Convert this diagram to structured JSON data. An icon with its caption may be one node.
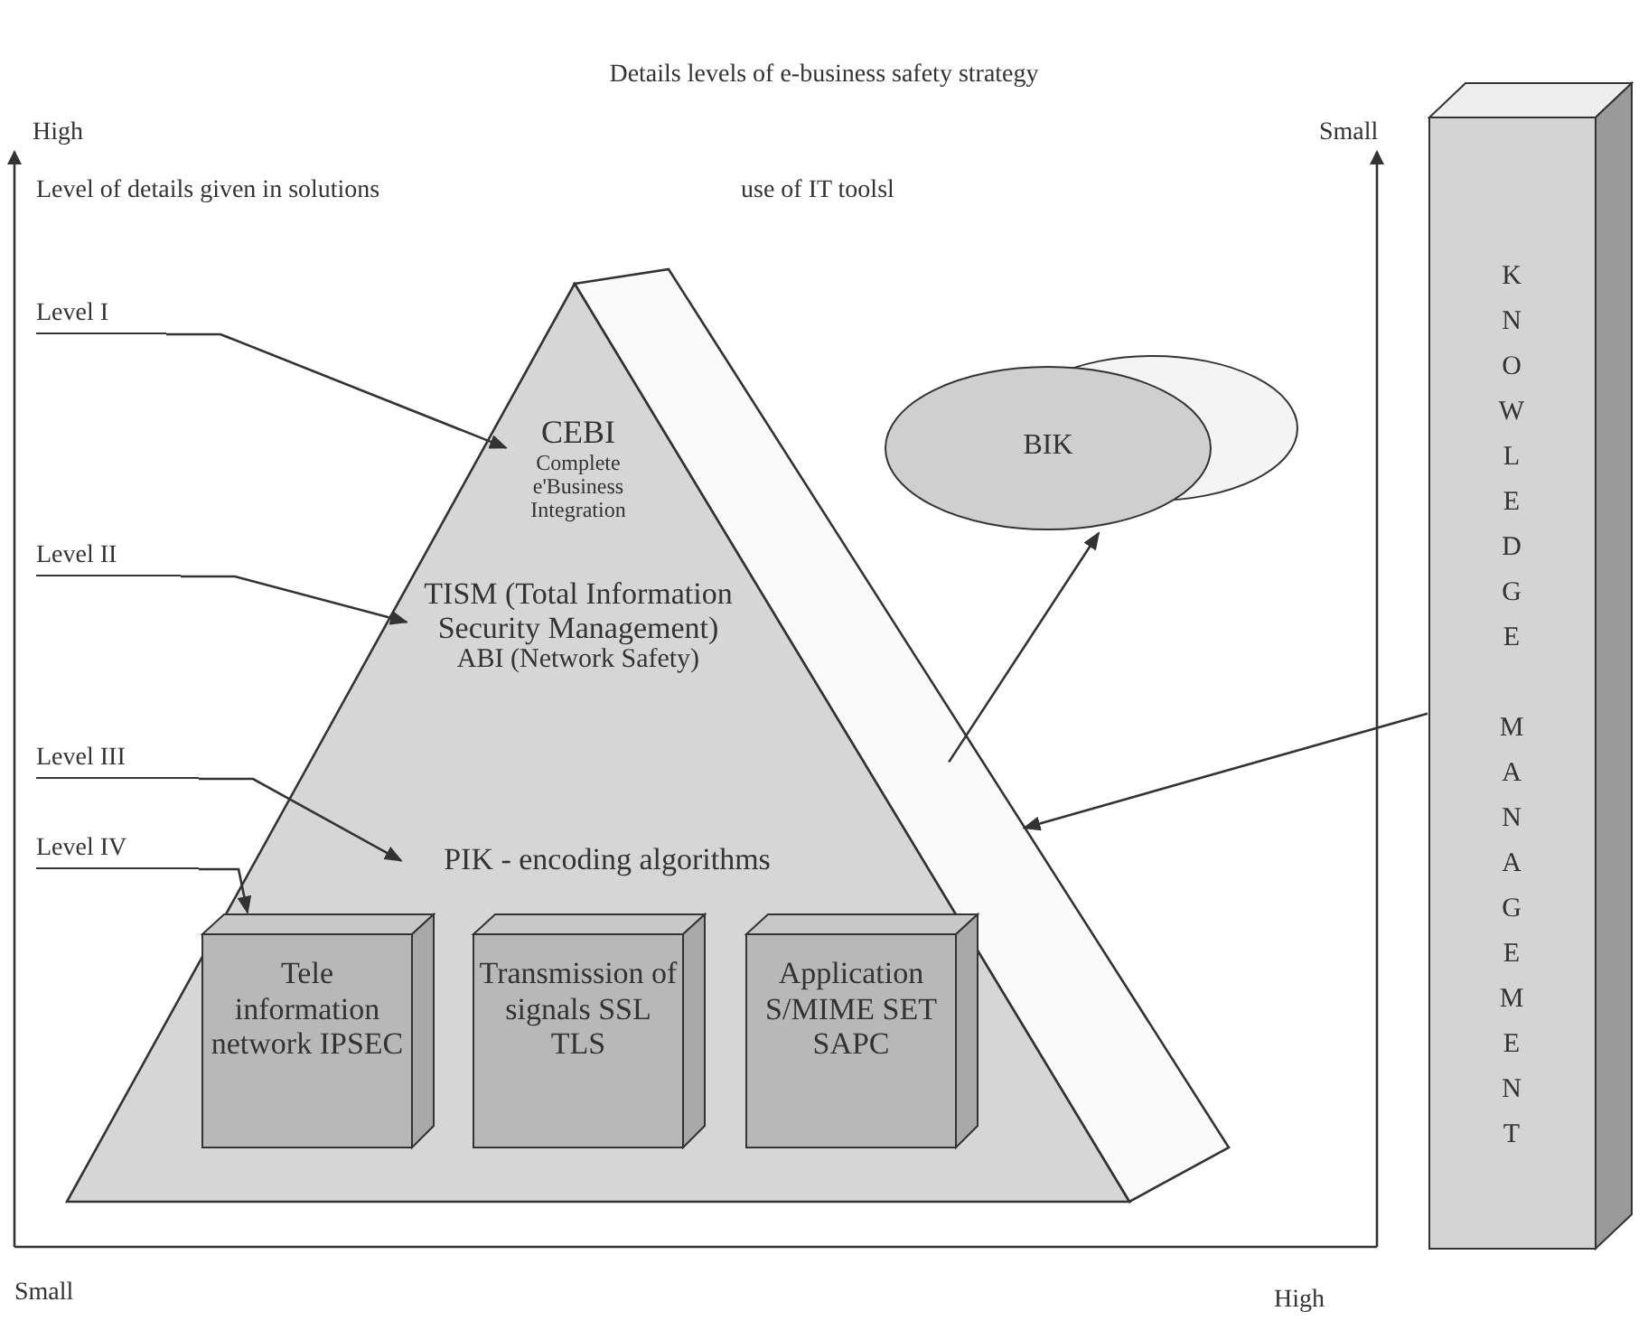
{
  "diagram": {
    "title": "Details levels of e-business safety strategy",
    "nodes": [
      {
        "text": [
          "Level I"
        ]
      },
      {
        "text": [
          "Level II"
        ]
      },
      {
        "text": [
          "Level III"
        ]
      },
      {
        "text": [
          "Level IV"
        ]
      },
      {
        "text": [],
        "shape": "triangle"
      },
      {
        "text": [
          "CEBI",
          "Complete e'Business Integration"
        ],
        "in": 4
      },
      {
        "text": [
          "TISM (Total Information Security Management)",
          "ABI (Network Safety)"
        ],
        "in": 4
      },
      {
        "text": [
          "PIK - encoding algorithms"
        ],
        "in": 4
      },
      {
        "text": [
          "Tele information network IPSEC"
        ],
        "in": 4
      },
      {
        "text": [
          "Transmission of signals SSL TLS"
        ],
        "in": 4
      },
      {
        "text": [
          "Application S/MIME SET SAPC"
        ],
        "in": 4
      },
      {
        "text": [
          "BIK"
        ]
      },
      {
        "text": [
          "KNOWLEDGE MANAGEMENT"
        ]
      }
    ],
    "edges": [
      {
        "from": 0,
        "to": 5,
        "arrow": "to"
      },
      {
        "from": 1,
        "to": 6,
        "arrow": "to"
      },
      {
        "from": 2,
        "to": 7,
        "arrow": "to"
      },
      {
        "from": 3,
        "to": 8,
        "arrow": "to"
      },
      {
        "from": 4,
        "to": 11,
        "arrow": "to"
      },
      {
        "from": 12,
        "to": 4,
        "arrow": "to"
      }
    ],
    "labels": [
      "High",
      "Small",
      "Level of details given in solutions",
      "use of IT toolsl",
      "Small",
      "High"
    ]
  }
}
